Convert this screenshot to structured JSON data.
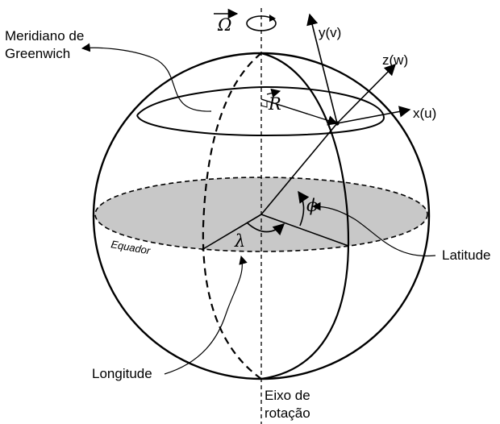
{
  "labels": {
    "meridian_line1": "Meridiano de",
    "meridian_line2": "Greenwich",
    "latitude": "Latitude",
    "longitude": "Longitude",
    "equator": "Equador",
    "axis_line1": "Eixo de",
    "axis_line2": "rotação"
  },
  "axes": {
    "x": "x(u)",
    "y": "y(v)",
    "z": "z(w)"
  },
  "symbols": {
    "omega": "Ω",
    "radius": "R",
    "phi": "ϕ",
    "lambda": "λ"
  },
  "colors": {
    "equator_fill": "#c8c8c8",
    "stroke": "#000000"
  }
}
